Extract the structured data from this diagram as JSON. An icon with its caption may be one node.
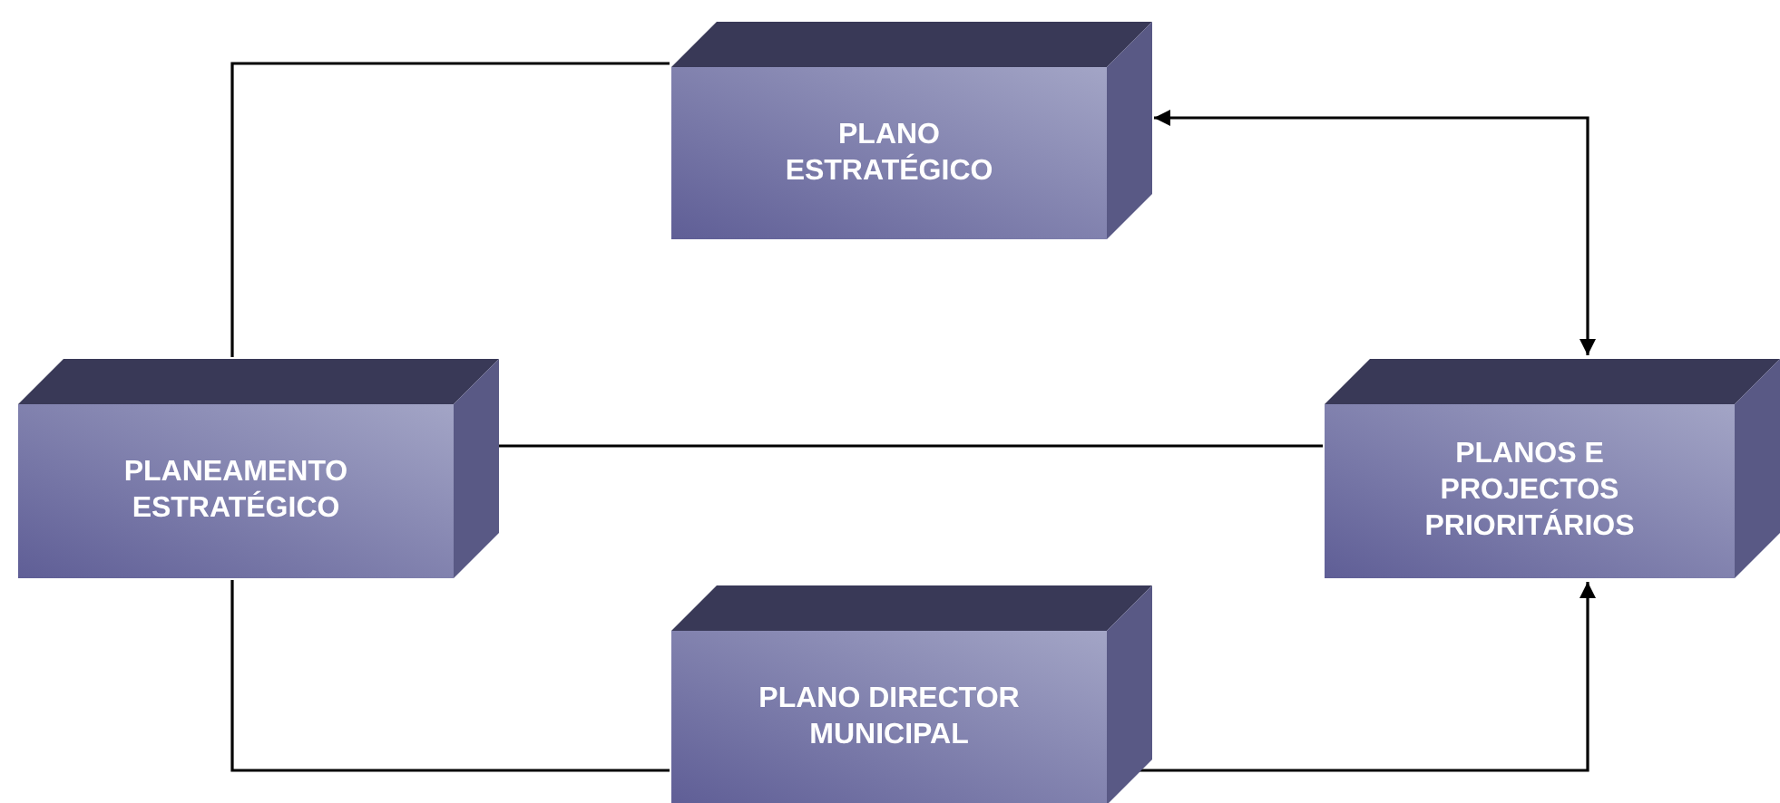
{
  "diagram": {
    "nodes": [
      {
        "text": [
          "PLANO ESTRATÉGICO"
        ]
      },
      {
        "text": [
          "PLANEAMENTO ESTRATÉGICO"
        ]
      },
      {
        "text": [
          "PLANOS E PROJECTOS PRIORITÁRIOS"
        ]
      },
      {
        "text": [
          "PLANO DIRECTOR MUNICIPAL"
        ]
      }
    ],
    "edges": [
      {
        "from": 1,
        "to": 0,
        "arrow": "none"
      },
      {
        "from": 0,
        "to": 2,
        "arrow": "both"
      },
      {
        "from": 1,
        "to": 2,
        "arrow": "none"
      },
      {
        "from": 1,
        "to": 3,
        "arrow": "none"
      },
      {
        "from": 3,
        "to": 2,
        "arrow": "both"
      }
    ]
  }
}
